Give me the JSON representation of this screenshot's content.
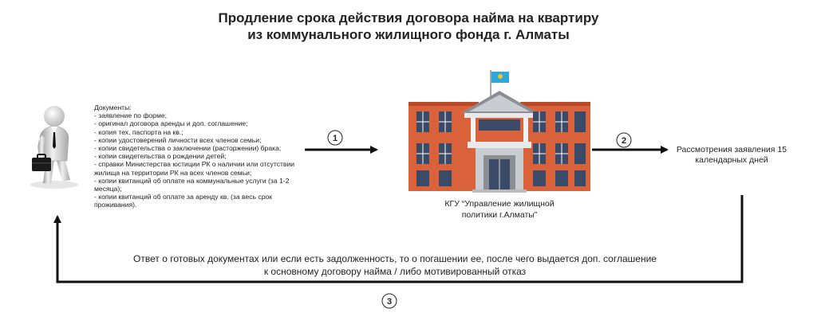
{
  "title": {
    "line1": "Продление срока действия договора найма на квартиру",
    "line2": "из коммунального жилищного фонда г. Алматы"
  },
  "documents": {
    "lines": [
      "Документы:",
      "- заявление по форме;",
      "- оригинал договора аренды и доп. соглашение;",
      "- копия тех. паспорта на кв.;",
      "- копии удостоверений  личности всех членов семьи;",
      "- копии свидетельства о заключении (расторжении) брака;",
      "- копии свидетельства о рождении детей;",
      "-  справки Министерства юстиции РК о наличии или отсутствии жилища на территории РК на всех членов семьи;",
      "- копии квитанций об оплате на коммунальные услуги (за 1-2 месяца);",
      "- копии квитанций об оплате за аренду кв. (за весь срок проживания)."
    ]
  },
  "organization": {
    "line1": "КГУ “Управление жилищной",
    "line2": "политики г.Алматы”"
  },
  "review": {
    "text": "Рассмотрения заявления 15 календарных дней"
  },
  "response": {
    "line1": "Ответ о готовых документах или если есть задолженность, то о погашении ее, после чего выдается доп. соглашение",
    "line2": "к основному договору найма / либо мотивированный отказ"
  },
  "steps": [
    "1",
    "2",
    "3"
  ],
  "colors": {
    "brick": "#d9623a",
    "brick_dark": "#b84a28",
    "roof": "#8a8f96",
    "window": "#3b4a66",
    "flag": "#2fa7d8",
    "arrow": "#111111"
  },
  "icons": {
    "person": "businessman-with-briefcase-icon",
    "building": "government-building-icon"
  }
}
